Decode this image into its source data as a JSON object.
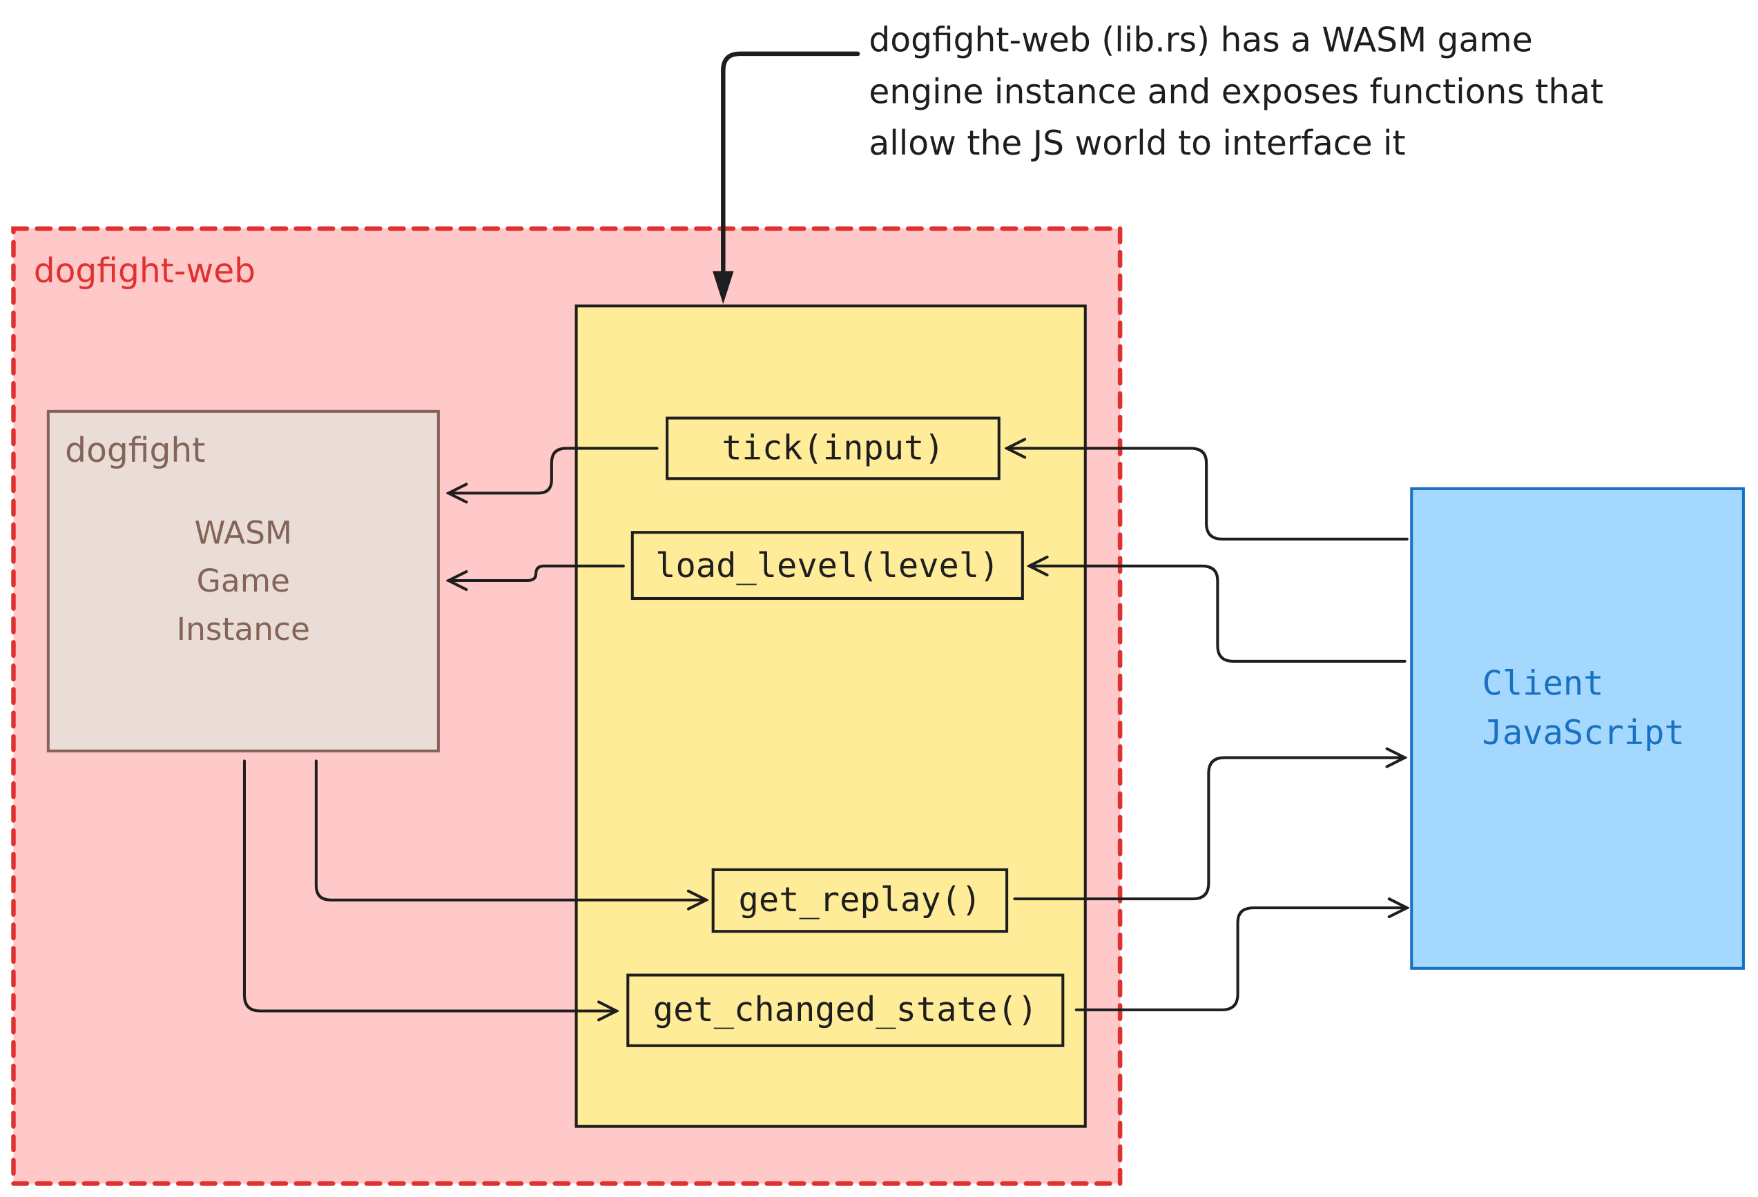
{
  "annotation": {
    "lines": [
      "dogfight-web (lib.rs) has a WASM game",
      "engine instance and exposes functions that",
      "allow the JS world to interface it"
    ]
  },
  "container": {
    "label": "dogfight-web",
    "color": "#e03131",
    "fill": "#ffc9c9"
  },
  "game_box": {
    "label": "dogfight",
    "lines": [
      "WASM",
      "Game",
      "Instance"
    ],
    "color": "#846358",
    "fill": "#eaddd7"
  },
  "api_box": {
    "fill": "#ffec99",
    "functions": [
      "tick(input)",
      "load_level(level)",
      "get_replay()",
      "get_changed_state()"
    ]
  },
  "client_box": {
    "lines": [
      "Client",
      "JavaScript"
    ],
    "color": "#1971c2",
    "fill": "#a5d8ff"
  }
}
